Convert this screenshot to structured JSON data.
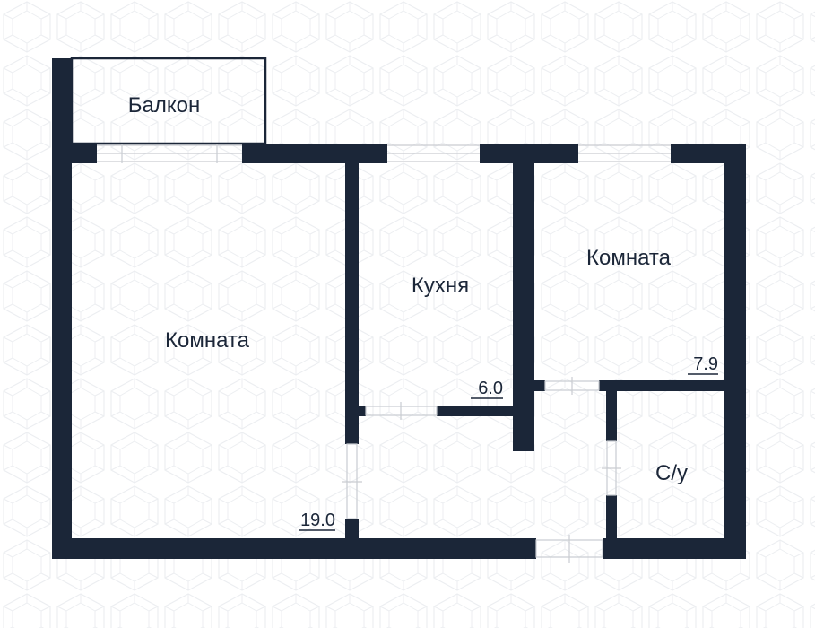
{
  "rooms": {
    "balcony": {
      "label": "Балкон"
    },
    "room_large": {
      "label": "Комната",
      "area": "19.0"
    },
    "kitchen": {
      "label": "Кухня",
      "area": "6.0"
    },
    "room_small": {
      "label": "Комната",
      "area": "7.9"
    },
    "bathroom": {
      "label": "С/у"
    }
  },
  "colors": {
    "wall": "#1b2638",
    "background": "#ffffff",
    "pattern": "#e9ebee"
  }
}
